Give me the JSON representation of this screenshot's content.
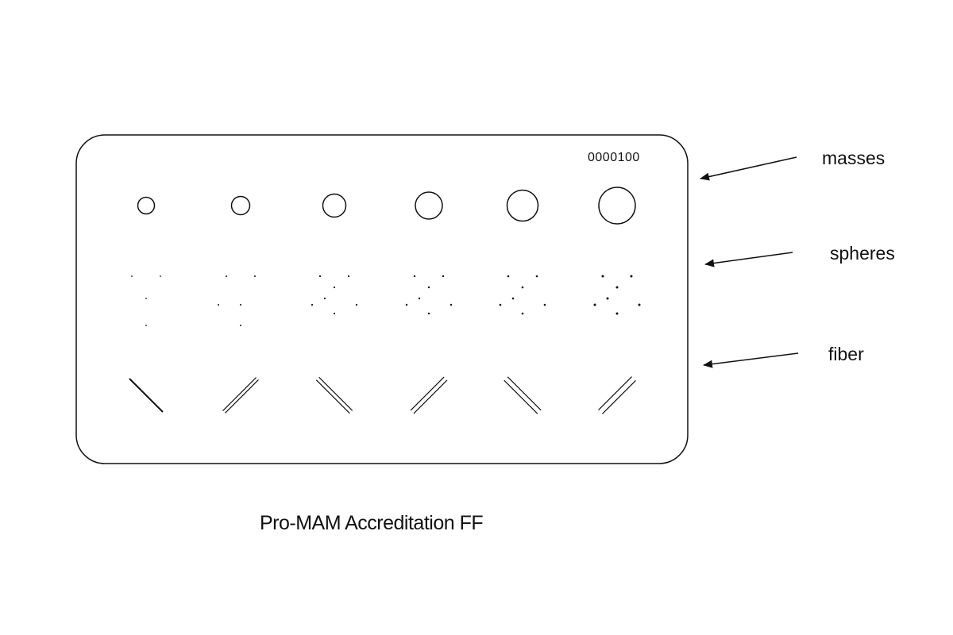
{
  "phantom": {
    "serial_number": "0000100",
    "caption": "Pro-MAM Accreditation FF"
  },
  "labels": {
    "masses": "masses",
    "spheres": "spheres",
    "fiber": "fiber"
  },
  "rows": {
    "masses_count": 6,
    "sphere_groups_count": 6,
    "fibers_count": 6
  },
  "colors": {
    "stroke": "#111111",
    "background": "#ffffff"
  }
}
